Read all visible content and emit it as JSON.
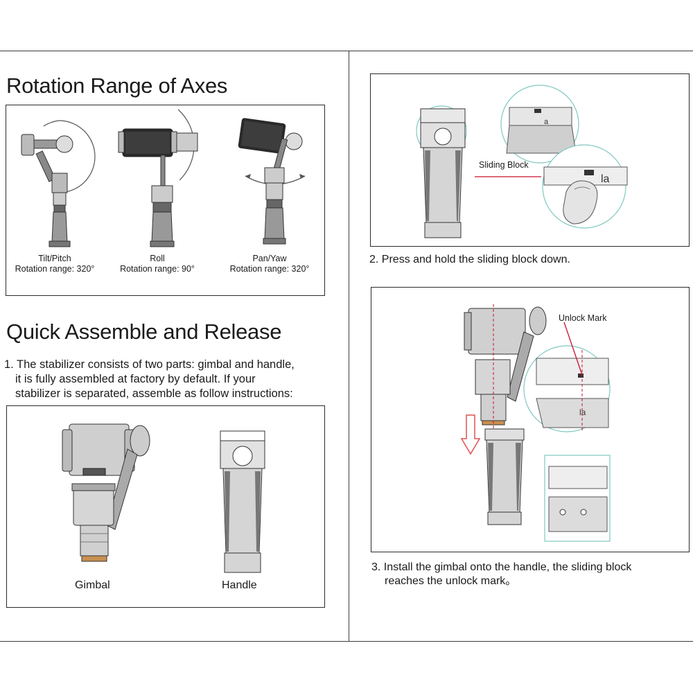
{
  "left": {
    "rotation": {
      "heading": "Rotation Range of Axes",
      "axes": [
        {
          "name": "Tilt/Pitch",
          "range": "Rotation range: 320°"
        },
        {
          "name": "Roll",
          "range": "Rotation range: 90°"
        },
        {
          "name": "Pan/Yaw",
          "range": "Rotation range: 320°"
        }
      ]
    },
    "assemble": {
      "heading": "Quick Assemble and Release",
      "step1_lines": [
        "1. The stabilizer consists of two parts: gimbal and handle,",
        "it is fully assembled at factory by default. If your",
        "stabilizer is separated, assemble as follow instructions:"
      ],
      "parts": [
        "Gimbal",
        "Handle"
      ]
    }
  },
  "right": {
    "step2": {
      "callout": "Sliding  Block",
      "caption": "2. Press and hold the sliding block down."
    },
    "step3": {
      "callout": "Unlock  Mark",
      "caption_lines": [
        "3. Install the gimbal onto the handle, the sliding block",
        "reaches the unlock mark。"
      ]
    }
  },
  "colors": {
    "line": "#2a2a2a",
    "callout_red": "#c8102e",
    "magnifier_teal": "#7fc8c0",
    "arrow_red": "#e05050"
  }
}
